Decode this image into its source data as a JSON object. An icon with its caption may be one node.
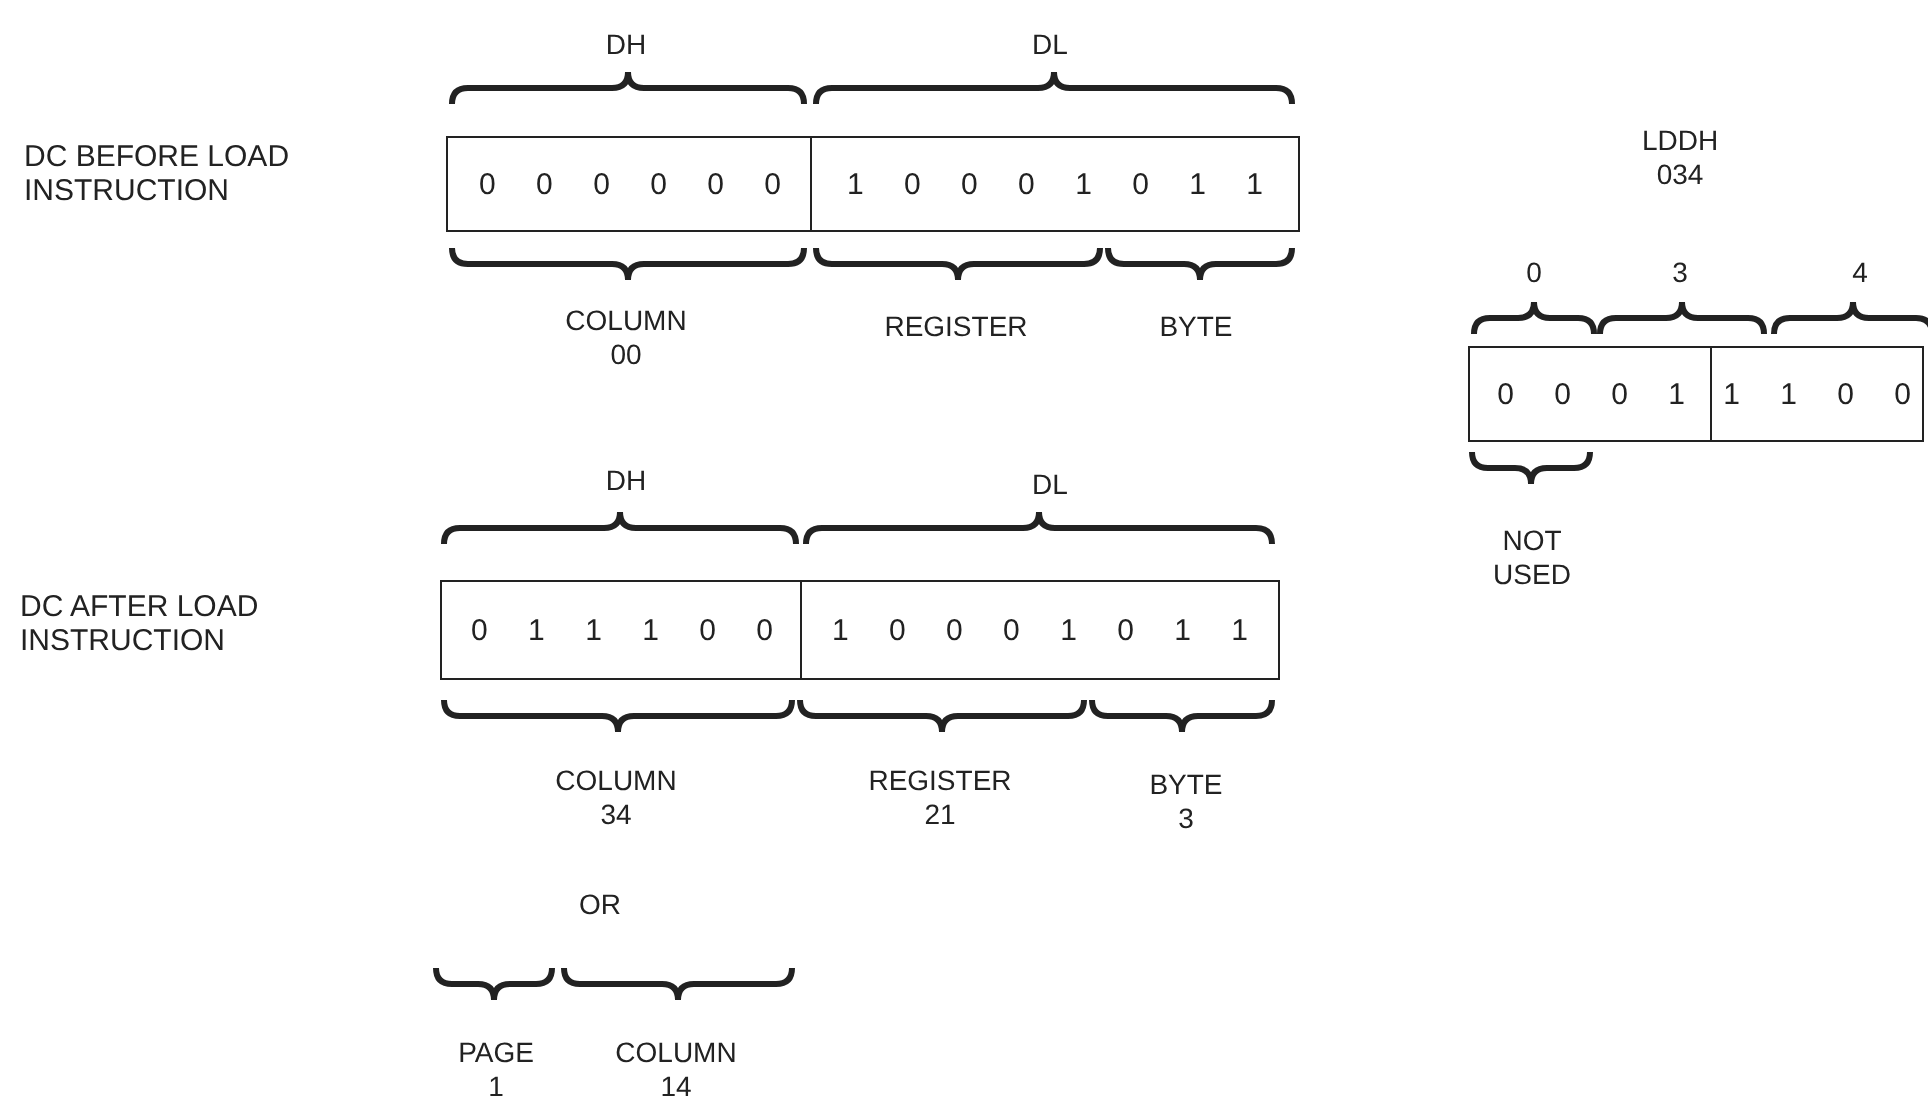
{
  "diagram": {
    "nodes": [
      {
        "text": [
          "0 0 0 0 0 0"
        ]
      },
      {
        "text": [
          "1 0 0 0 1 0 1 1"
        ]
      },
      {
        "text": [
          "0 0 0 1"
        ]
      },
      {
        "text": [
          "1 1 0 0"
        ]
      },
      {
        "text": [
          "0 1 1 1 0 0"
        ]
      },
      {
        "text": [
          "1 0 0 0 1 0 1 1"
        ]
      }
    ],
    "edges": [],
    "labels": [
      "DH",
      "DL",
      "DC BEFORE LOAD INSTRUCTION",
      "LDDH 034",
      "0",
      "3",
      "4",
      "COLUMN 00",
      "REGISTER",
      "BYTE",
      "NOT USED",
      "DH",
      "DL",
      "DC AFTER LOAD INSTRUCTION",
      "COLUMN 34",
      "REGISTER 21",
      "BYTE 3",
      "OR",
      "PAGE 1",
      "COLUMN 14"
    ]
  }
}
